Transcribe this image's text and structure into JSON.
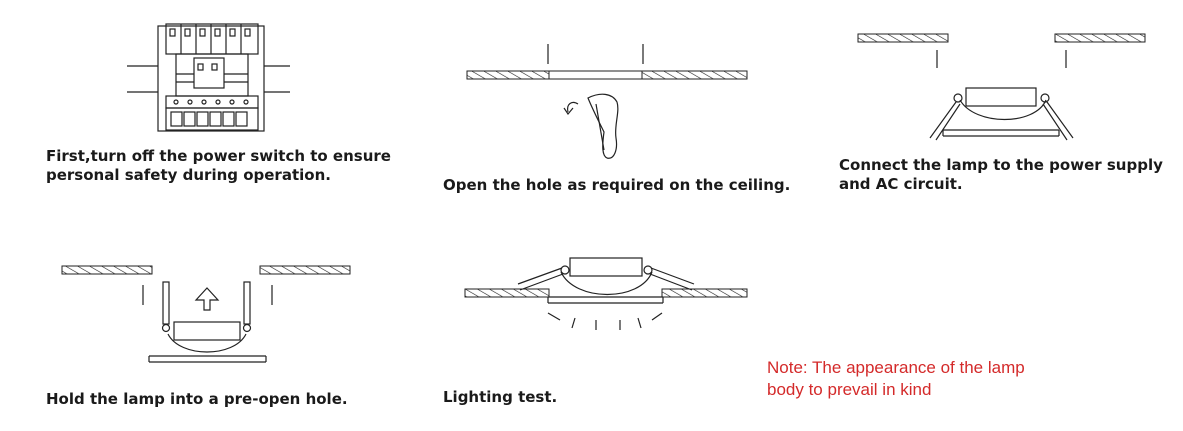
{
  "steps": [
    {
      "caption_line1": "First,turn off the power switch to ensure",
      "caption_line2": "personal safety during operation."
    },
    {
      "caption_line1": "Open the hole as required on the ceiling."
    },
    {
      "caption_line1": "Connect the lamp to the power supply",
      "caption_line2": "and AC circuit."
    },
    {
      "caption_line1": "Hold the lamp into a pre-open hole."
    },
    {
      "caption_line1": "Lighting test."
    }
  ],
  "note": {
    "line1": "Note: The appearance of the lamp",
    "line2": "body to prevail in kind",
    "color": "#d42a2a"
  }
}
